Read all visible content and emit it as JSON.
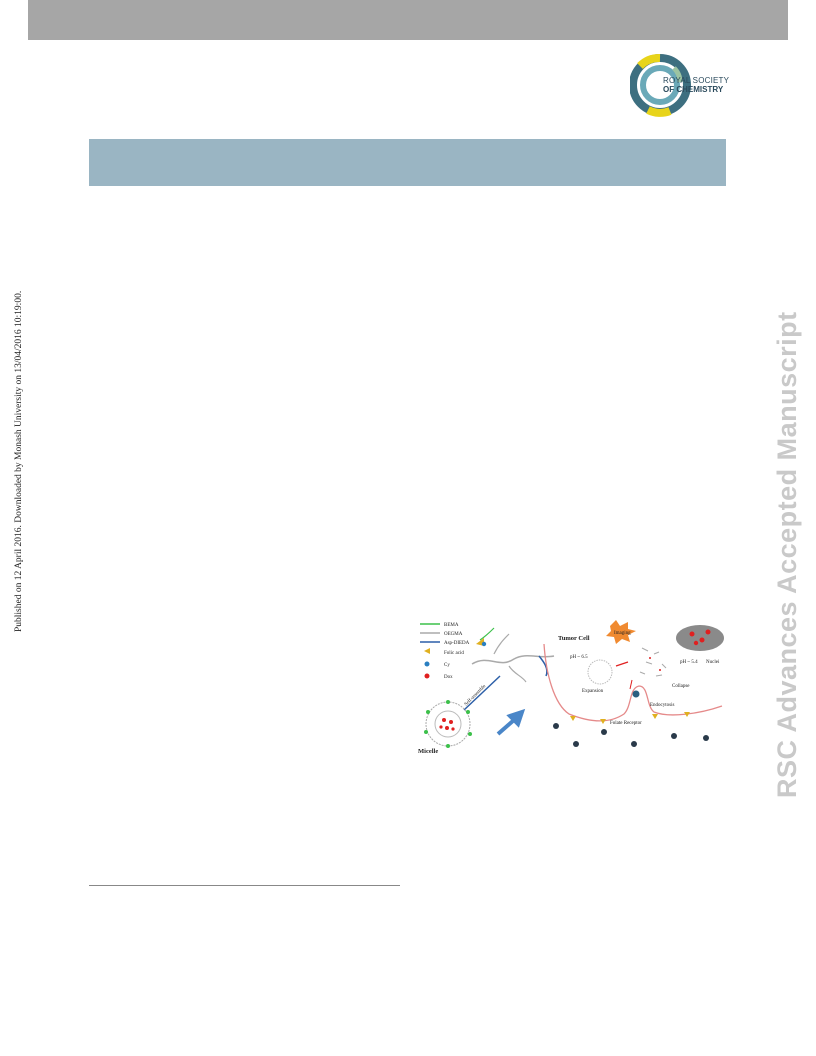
{
  "publisher": {
    "logo_line1": "ROYAL SOCIETY",
    "logo_line2": "OF CHEMISTRY"
  },
  "side_note": "Published on 12 April 2016. Downloaded by Monash University on 13/04/2016 10:19:00.",
  "watermark": "RSC Advances Accepted Manuscript",
  "graphic": {
    "legend": [
      "BEMA",
      "OEGMA",
      "Asp-DIEDA",
      "Folic acid",
      "Cy",
      "Dox"
    ],
    "labels": {
      "self_assemble": "Self-assemble",
      "micelle": "Micelle",
      "tumor_cell": "Tumor Cell",
      "imaging": "Imaging",
      "nuclei": "Nuclei",
      "ph1": "pH ~ 6.5",
      "ph2": "pH ~ 5.4",
      "expansion": "Expansion",
      "collapse": "Collapse",
      "endocytosis": "Endocytosis",
      "folate_receptor": "Folate Receptor"
    }
  }
}
